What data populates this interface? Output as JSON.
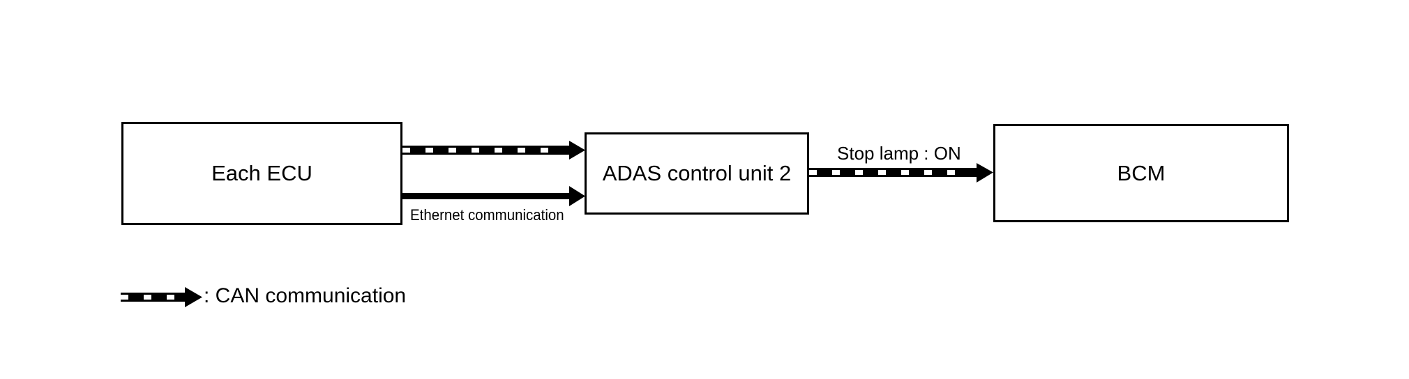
{
  "nodes": {
    "each_ecu": "Each ECU",
    "adas": "ADAS control unit 2",
    "bcm": "BCM"
  },
  "connections": [
    {
      "from": "Each ECU",
      "to": "ADAS control unit 2",
      "type": "CAN communication",
      "label": ""
    },
    {
      "from": "Each ECU",
      "to": "ADAS control unit 2",
      "type": "Ethernet communication",
      "label": "Ethernet communication"
    },
    {
      "from": "ADAS control unit 2",
      "to": "BCM",
      "type": "CAN communication",
      "label": "Stop lamp : ON"
    }
  ],
  "labels": {
    "ethernet": "Ethernet communication",
    "stop_lamp": "Stop lamp : ON"
  },
  "legend": {
    "can": ": CAN communication"
  },
  "colors": {
    "line": "#000000",
    "background": "#ffffff"
  }
}
